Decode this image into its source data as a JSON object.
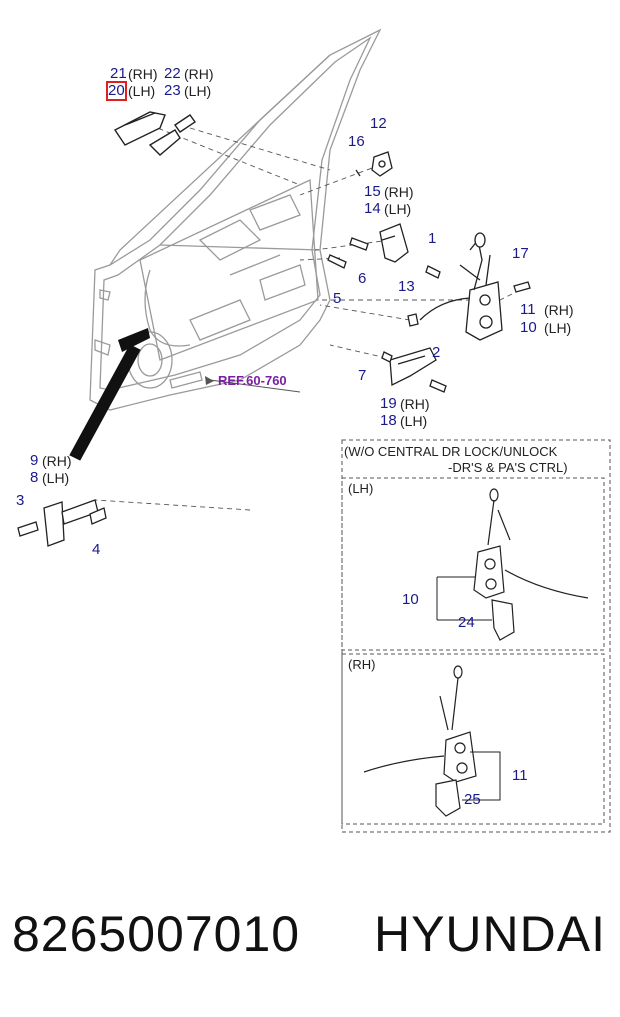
{
  "callouts": {
    "c21": "21",
    "rh": "(RH)",
    "lh": "(LH)",
    "c20": "20",
    "c22": "22",
    "c23": "23",
    "c12": "12",
    "c16": "16",
    "c15": "15",
    "c14": "14",
    "c1": "1",
    "c17": "17",
    "c6": "6",
    "c5": "5",
    "c13": "13",
    "c11": "11",
    "c10": "10",
    "c2": "2",
    "c7": "7",
    "c19": "19",
    "c18": "18",
    "c9": "9",
    "c8": "8",
    "c3": "3",
    "c4": "4",
    "c24": "24",
    "c25": "25"
  },
  "reference": "REF.60-760",
  "variant_box": {
    "title_line1": "(W/O CENTRAL DR LOCK/UNLOCK",
    "title_line2": "-DR'S & PA'S CTRL)",
    "lh_label": "(LH)",
    "rh_label": "(RH)"
  },
  "footer": {
    "part_number": "8265007010",
    "brand": "HYUNDAI"
  },
  "colors": {
    "callout": "#1a1a8c",
    "reference": "#7a1fa2",
    "highlight": "#e02020"
  }
}
